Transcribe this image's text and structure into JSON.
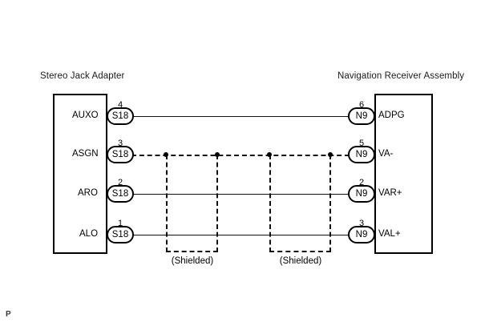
{
  "diagram": {
    "type": "wiring-harness",
    "left_connector": {
      "title": "Stereo Jack Adapter",
      "pins": [
        {
          "number": "4",
          "code": "S18",
          "signal": "AUXO"
        },
        {
          "number": "3",
          "code": "S18",
          "signal": "ASGN"
        },
        {
          "number": "2",
          "code": "S18",
          "signal": "ARO"
        },
        {
          "number": "1",
          "code": "S18",
          "signal": "ALO"
        }
      ]
    },
    "right_connector": {
      "title": "Navigation Receiver Assembly",
      "pins": [
        {
          "number": "6",
          "code": "N9",
          "signal": "ADPG"
        },
        {
          "number": "5",
          "code": "N9",
          "signal": "VA-"
        },
        {
          "number": "2",
          "code": "N9",
          "signal": "VAR+"
        },
        {
          "number": "3",
          "code": "N9",
          "signal": "VAL+"
        }
      ]
    },
    "shields": [
      {
        "label": "(Shielded)"
      },
      {
        "label": "(Shielded)"
      }
    ],
    "wires": [
      {
        "from": "AUXO",
        "to": "ADPG",
        "style": "solid"
      },
      {
        "from": "ASGN",
        "to": "VA-",
        "style": "dashed"
      },
      {
        "from": "ARO",
        "to": "VAR+",
        "style": "solid"
      },
      {
        "from": "ALO",
        "to": "VAL+",
        "style": "solid"
      }
    ],
    "footer_mark": "P",
    "colors": {
      "line": "#111111",
      "background": "#ffffff",
      "text": "#000000"
    }
  }
}
